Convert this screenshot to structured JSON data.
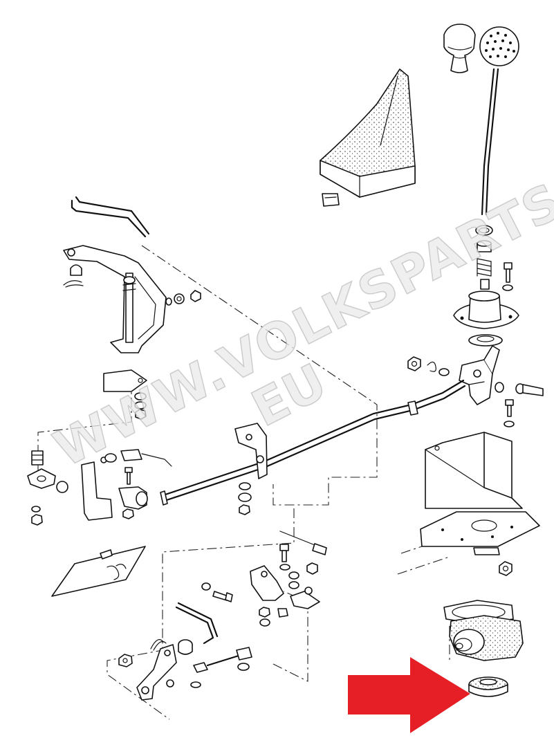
{
  "watermark": {
    "line1": "WWW.VOLKSPARTS.",
    "line2": "EU"
  },
  "colors": {
    "arrow": "#e61e25",
    "line": "#111111",
    "background": "#ffffff",
    "watermark": "#d8d8d8"
  },
  "highlight": {
    "target": "round-rubber-grommet",
    "direction": "right"
  }
}
